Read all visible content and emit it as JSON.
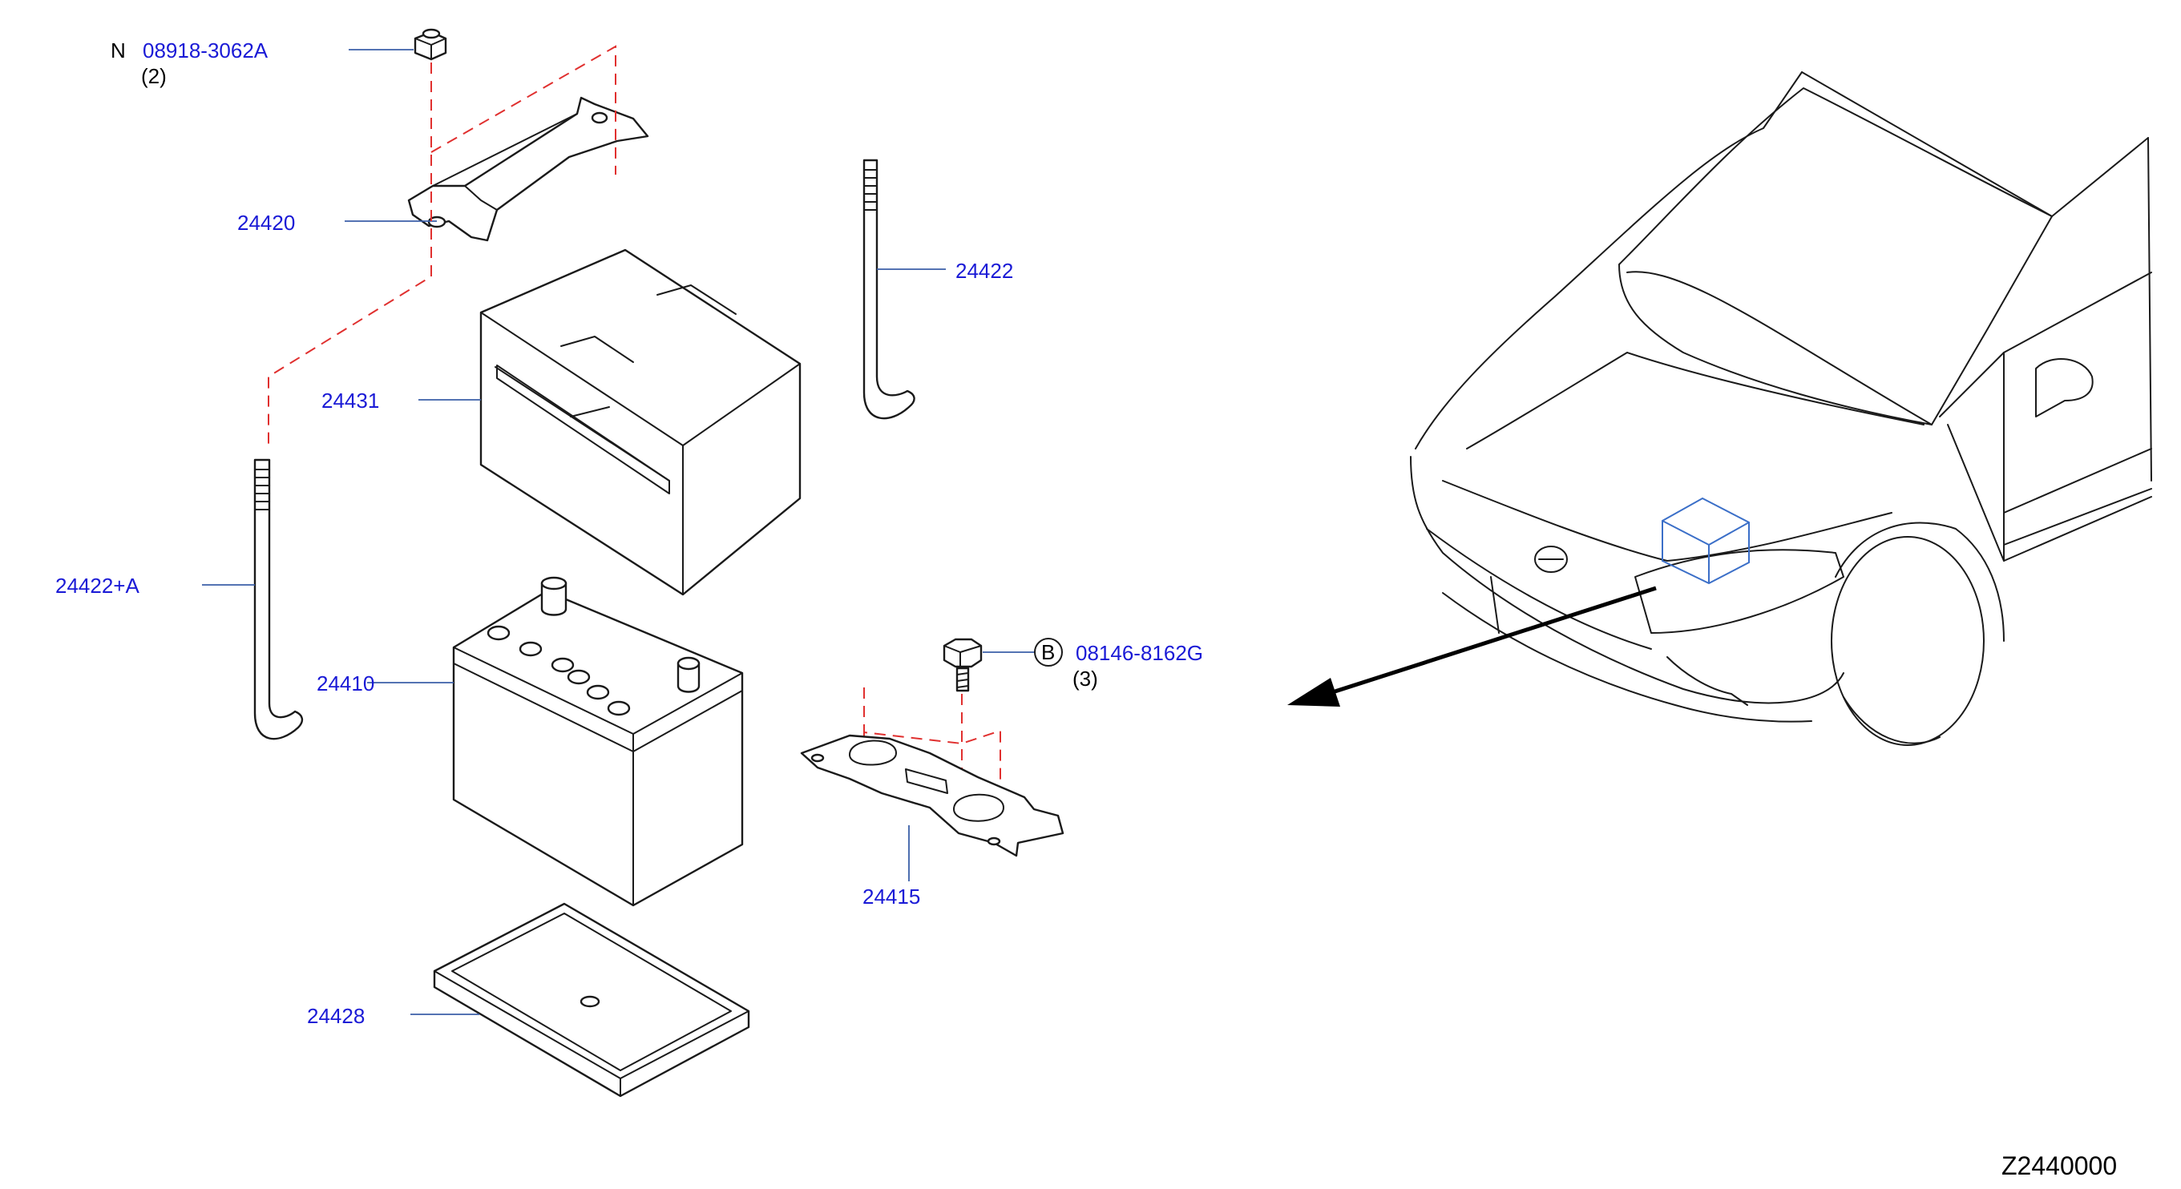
{
  "diagram_code": "Z2440000",
  "parts": [
    {
      "id": "nut",
      "prefix": "N",
      "number": "08918-3062A",
      "qty": "(2)"
    },
    {
      "id": "frame",
      "number": "24420"
    },
    {
      "id": "rod_right",
      "number": "24422"
    },
    {
      "id": "cover",
      "number": "24431"
    },
    {
      "id": "rod_left",
      "number": "24422+A"
    },
    {
      "id": "battery",
      "number": "24410"
    },
    {
      "id": "bolt",
      "prefix": "B",
      "number": "08146-8162G",
      "qty": "(3)"
    },
    {
      "id": "bracket",
      "number": "24415"
    },
    {
      "id": "tray",
      "number": "24428"
    }
  ],
  "colors": {
    "part_number": "#1a1ad6",
    "leader_line": "#3b5fa8",
    "assembly_dashes": "#e0302f",
    "location_box": "#3b6fc8"
  }
}
